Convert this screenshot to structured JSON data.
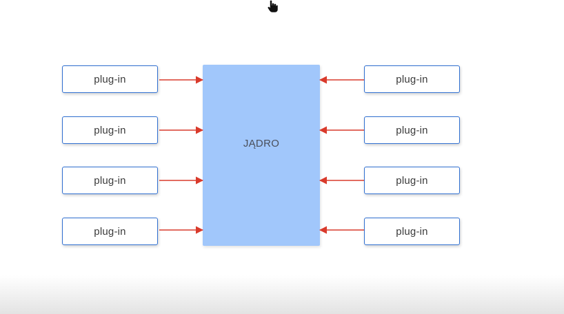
{
  "diagram": {
    "core": {
      "label": "JĄDRO",
      "color": "#a1c7fb"
    },
    "plugins": {
      "left": [
        "plug-in",
        "plug-in",
        "plug-in",
        "plug-in"
      ],
      "right": [
        "plug-in",
        "plug-in",
        "plug-in",
        "plug-in"
      ]
    },
    "arrow_color": "#d93a2b",
    "box_border_color": "#2f6fd1"
  },
  "icons": {
    "cursor": "hand-pointer-icon"
  }
}
